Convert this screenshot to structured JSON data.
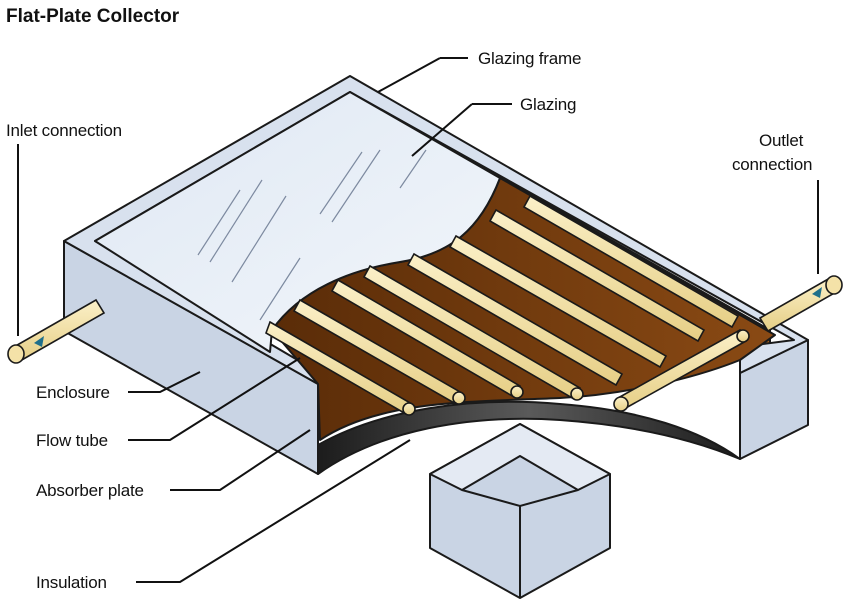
{
  "title": "Flat-Plate Collector",
  "labels": {
    "glazing_frame": "Glazing frame",
    "glazing": "Glazing",
    "inlet_connection": "Inlet connection",
    "outlet_connection_line1": "Outlet",
    "outlet_connection_line2": "connection",
    "enclosure": "Enclosure",
    "flow_tube": "Flow tube",
    "absorber_plate": "Absorber plate",
    "insulation": "Insulation"
  },
  "colors": {
    "enclosure": "#d8e1ee",
    "enclosure_shade": "#b9c6d8",
    "glazing": "#e8eef6",
    "absorber": "#7a3f10",
    "absorber_light": "#a8621e",
    "tube": "#f4e2a8",
    "insulation": "#2a2a2a",
    "arrow": "#1f6f8b"
  }
}
